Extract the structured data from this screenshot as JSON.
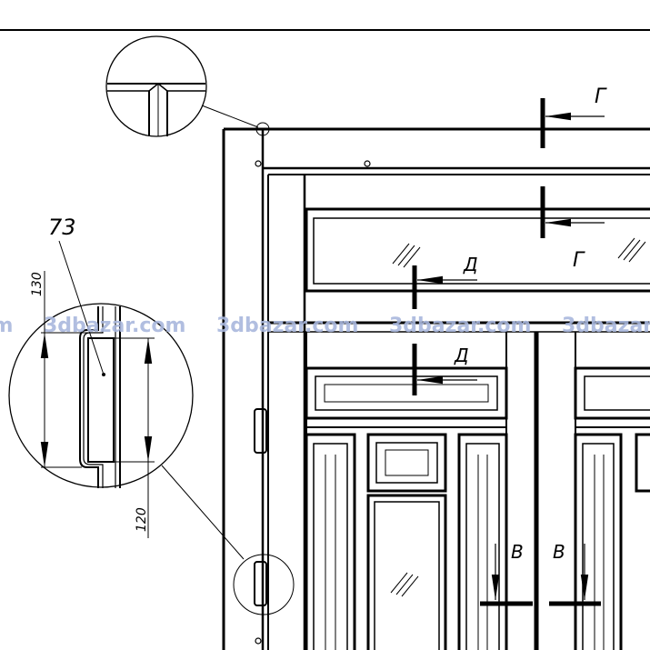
{
  "drawing": {
    "callout_number": "73",
    "dimensions": {
      "outer": "130",
      "inner": "120"
    },
    "section_labels": {
      "g_top": "Г",
      "g_mid": "Г",
      "d_top": "Д",
      "d_bottom": "Д",
      "v_left": "В",
      "v_right": "В"
    },
    "watermark": [
      "3dbazar.com",
      "3dbazar.com",
      "3dbazar.com",
      "3dbazar.com"
    ]
  },
  "colors": {
    "line": "#000000",
    "watermark": "#a9b7dd"
  }
}
